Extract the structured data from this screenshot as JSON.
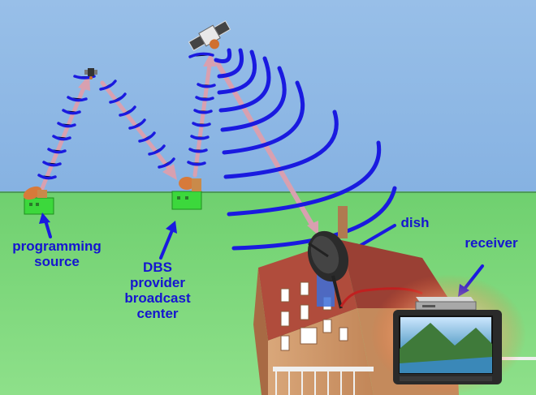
{
  "labels": {
    "programming_source": [
      "programming",
      "source"
    ],
    "dbs_center": [
      "DBS",
      "provider",
      "broadcast",
      "center"
    ],
    "dish": "dish",
    "receiver": "receiver"
  },
  "icons": [
    "small-satellite-icon",
    "main-satellite-icon",
    "uplink-dish-icon",
    "house-icon",
    "satellite-dish-icon",
    "receiver-box-icon",
    "television-icon"
  ],
  "colors": {
    "sky": "#8fb8e6",
    "ground": "#7cd97c",
    "signal_wave": "#1a1ae0",
    "beam": "#d8a0b0",
    "label_text": "#1515d0"
  }
}
